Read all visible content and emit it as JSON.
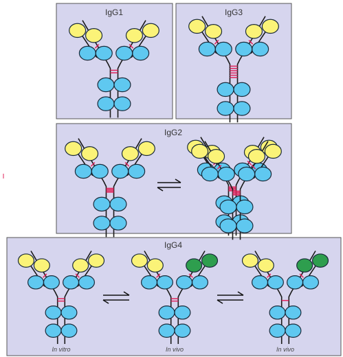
{
  "panels": [
    {
      "id": "igg1",
      "label": "IgG1"
    },
    {
      "id": "igg3",
      "label": "IgG3"
    },
    {
      "id": "igg2",
      "label": "IgG2"
    },
    {
      "id": "igg4",
      "label": "IgG4"
    }
  ],
  "igg4_conditions": [
    "In vitro",
    "In vivo",
    "In vivo"
  ],
  "colors": {
    "panel_background": "#d6d5ee",
    "panel_border": "#555555",
    "constant_domain": "#5fc8f0",
    "variable_domain": "#fbf378",
    "swapped_domain": "#2e9e4e",
    "disulfide_bond": "#e0225a",
    "chain_line": "#1a1a1a"
  },
  "icons": {
    "equilibrium": "double-harpoon-arrow-icon"
  }
}
